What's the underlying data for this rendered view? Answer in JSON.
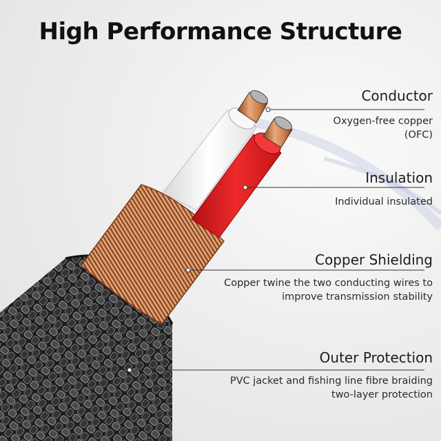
{
  "title": "High Performance Structure",
  "features": [
    {
      "heading": "Conductor",
      "lines": [
        "Oxygen-free copper",
        "(OFC)"
      ]
    },
    {
      "heading": "Insulation",
      "lines": [
        "Individual insulated"
      ]
    },
    {
      "heading": "Copper Shielding",
      "lines": [
        "Copper twine the two conducting wires to",
        "improve transmission stability"
      ]
    },
    {
      "heading": "Outer Protection",
      "lines": [
        "PVC jacket and fishing line fibre braiding",
        "two-layer protection"
      ]
    }
  ],
  "colors": {
    "white_insulation": "#f4f4f4",
    "red_insulation": "#e01b1f",
    "copper": "#d08a5a",
    "braid": "#2a2a2a",
    "callout_line": "#333333"
  }
}
